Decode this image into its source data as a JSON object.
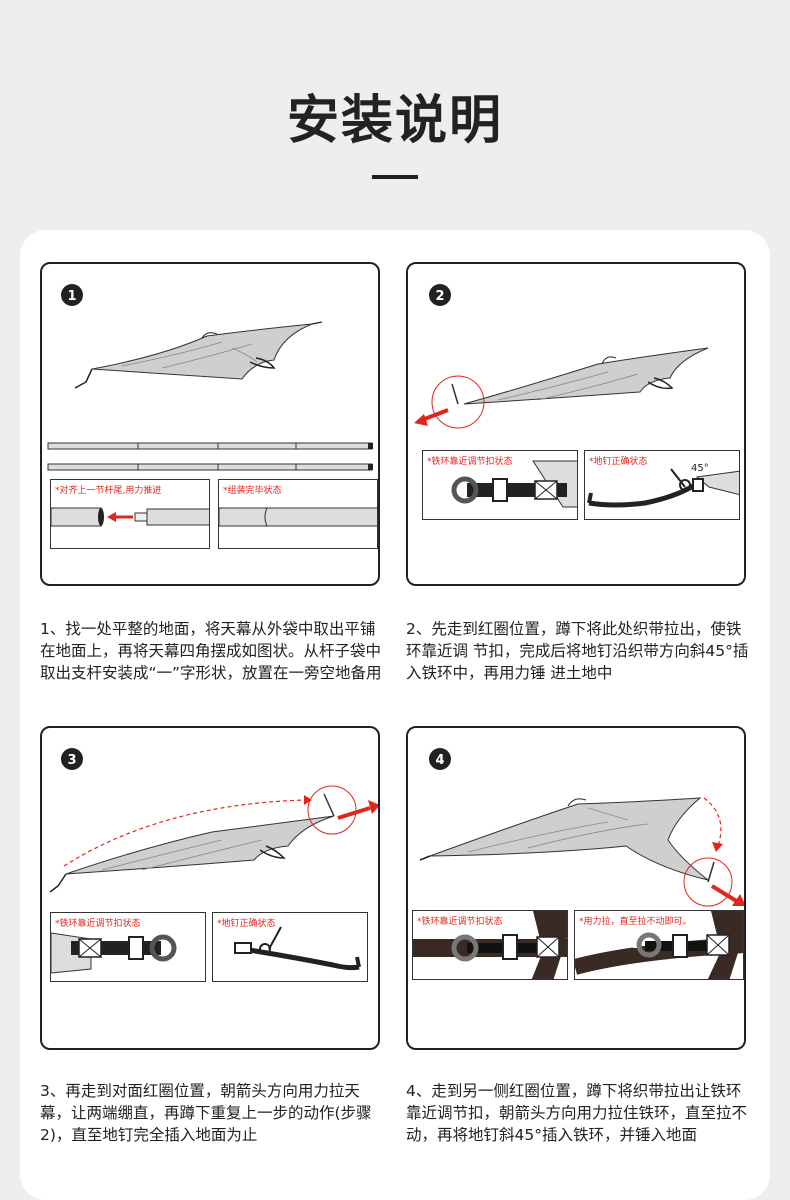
{
  "page": {
    "title": "安装说明"
  },
  "steps": [
    {
      "number": "1",
      "caption": "1、找一处平整的地面，将天幕从外袋中取出平铺在地面上，再将天幕四角摆成如图状。从杆子袋中取出支杆安装成“一”字形状，放置在一旁空地备用",
      "sub_left_label": "*对齐上一节杆尾,用力推进",
      "sub_right_label": "*组装完毕状态"
    },
    {
      "number": "2",
      "caption": "2、先走到红圈位置，蹲下将此处织带拉出，使铁环靠近调  节扣，完成后将地钉沿织带方向斜45°插入铁环中，再用力锤 进土地中",
      "sub_left_label": "*铁环靠近调节扣状态",
      "sub_right_label": "*地钉正确状态",
      "angle_label": "45°"
    },
    {
      "number": "3",
      "caption": "3、再走到对面红圈位置，朝箭头方向用力拉天幕，让两端绷直，再蹲下重复上一步的动作(步骤2)，直至地钉完全插入地面为止",
      "sub_left_label": "*铁环靠近调节扣状态",
      "sub_right_label": "*地钉正确状态"
    },
    {
      "number": "4",
      "caption": "4、走到另一侧红圈位置，蹲下将织带拉出让铁环靠近调节扣，朝箭头方向用力拉住铁环，直至拉不动，再将地钉斜45°插入铁环，并锤入地面",
      "sub_left_label": "*铁环靠近调节扣状态",
      "sub_right_label": "*用力拉，直至拉不动即可。"
    }
  ],
  "colors": {
    "accent_red": "#e0261c",
    "tarp_gray": "#cfcfcf",
    "outline": "#222222",
    "strap_brown": "#3a2a24"
  }
}
